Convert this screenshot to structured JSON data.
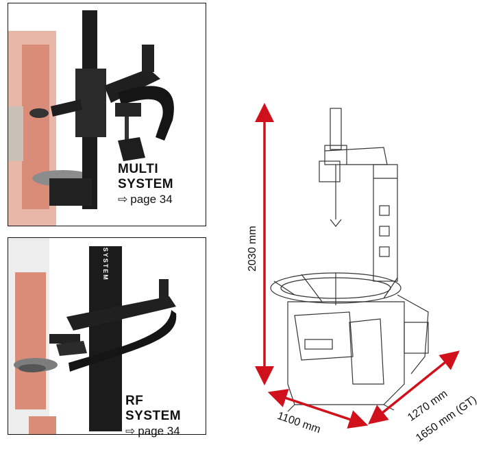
{
  "panels": [
    {
      "title_line1": "MULTI",
      "title_line2": "SYSTEM",
      "page_ref": "page 34"
    },
    {
      "title_line1": "RF",
      "title_line2": "SYSTEM",
      "page_ref": "page 34"
    }
  ],
  "arrow_glyph": "⇨",
  "column_text": "RF SYSTEM",
  "dimensions": {
    "height": "2030  mm",
    "width": "1100  mm",
    "depth": "1270  mm",
    "depth_gt": "1650  mm (GT)"
  },
  "colors": {
    "arrow": "#d0101a",
    "machine_red": "#b8341f"
  }
}
